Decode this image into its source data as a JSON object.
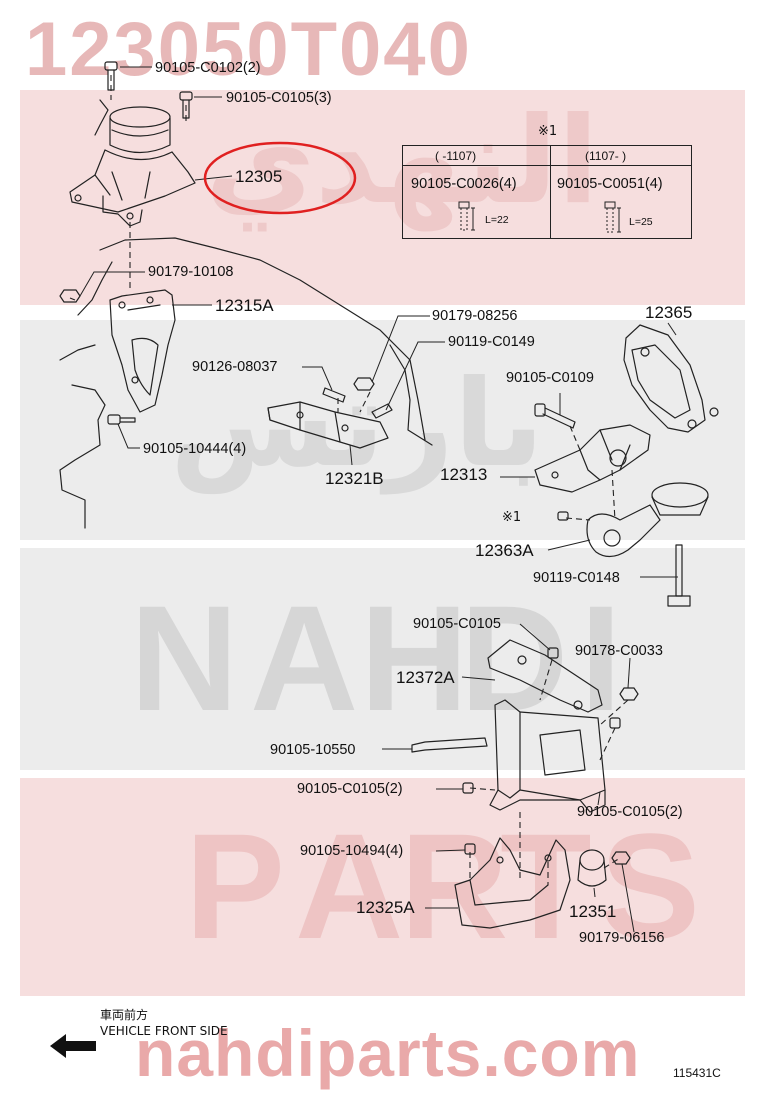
{
  "watermark": {
    "part_number": "123050T040",
    "brand_letters_1": [
      "N",
      "A",
      "H",
      "D",
      "I"
    ],
    "brand_letters_2": [
      "P",
      "A",
      "R",
      "T",
      "S"
    ],
    "arabic_1": "النهدي",
    "arabic_2": "بارتس",
    "website": "nahdiparts.com"
  },
  "parts": {
    "p_90105_C0102": "90105-C0102(2)",
    "p_90105_C0105_3": "90105-C0105(3)",
    "p_12305": "12305",
    "p_90179_10108": "90179-10108",
    "p_12315A": "12315A",
    "p_90126_08037": "90126-08037",
    "p_90105_10444": "90105-10444(4)",
    "p_90179_08256": "90179-08256",
    "p_90119_C0149": "90119-C0149",
    "p_12321B": "12321B",
    "p_12365": "12365",
    "p_90105_C0109": "90105-C0109",
    "p_12313": "12313",
    "p_12363A": "12363A",
    "p_90119_C0148": "90119-C0148",
    "p_90105_C0105_a": "90105-C0105",
    "p_90178_C0033": "90178-C0033",
    "p_12372A": "12372A",
    "p_90105_10550": "90105-10550",
    "p_90105_C0105_2a": "90105-C0105(2)",
    "p_90105_C0105_2b": "90105-C0105(2)",
    "p_90105_10494": "90105-10494(4)",
    "p_12351": "12351",
    "p_12325A": "12325A",
    "p_90179_06156": "90179-06156"
  },
  "callout": {
    "mark": "※1",
    "mark_small": "※1",
    "col1_range": "(   -1107)",
    "col2_range": "(1107-    )",
    "col1_part": "90105-C0026(4)",
    "col2_part": "90105-C0051(4)",
    "col1_length": "L=22",
    "col2_length": "L=25"
  },
  "footer": {
    "front_jp": "車両前方",
    "front_en": "VEHICLE FRONT SIDE",
    "diagram_id": "115431C"
  },
  "colors": {
    "highlight_circle": "#e02020",
    "watermark_pink": "#f6dede",
    "watermark_grey": "#ececec",
    "line": "#222222"
  },
  "highlighted_part": "12305"
}
